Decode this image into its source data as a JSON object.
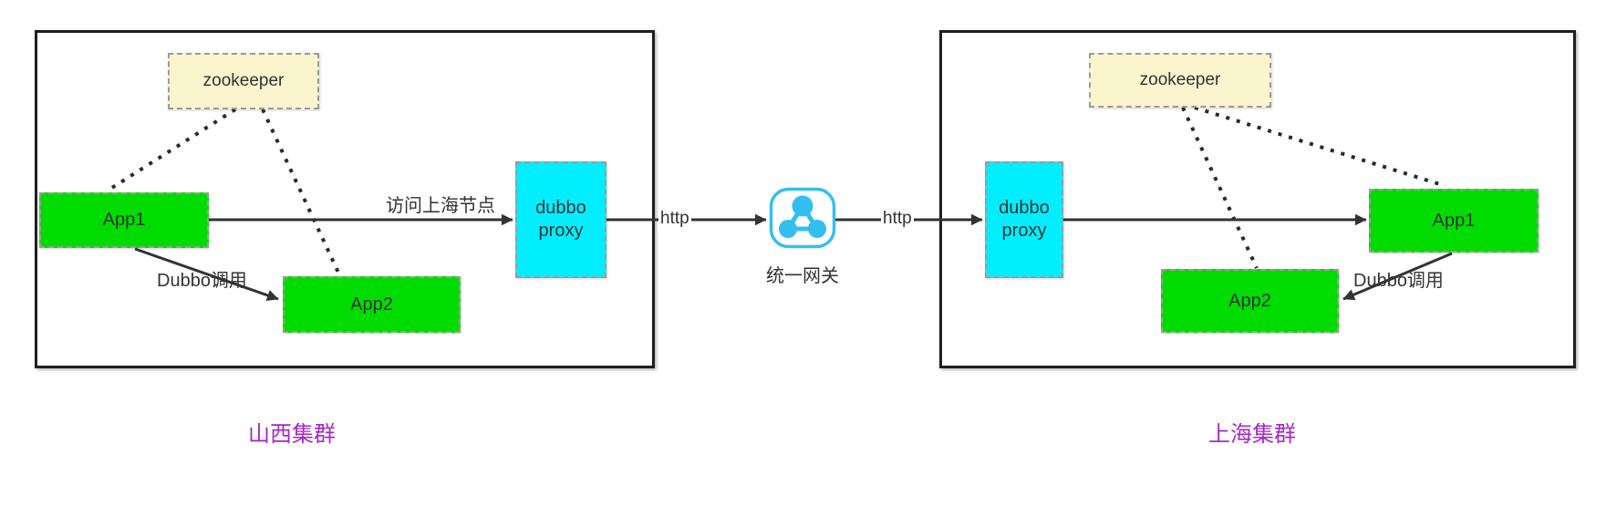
{
  "diagram": {
    "clusters": [
      {
        "label": "山西集群",
        "nodes": {
          "zookeeper": "zookeeper",
          "app1": "App1",
          "app2": "App2",
          "proxy": "dubbo proxy"
        },
        "edge_labels": {
          "visit_remote": "访问上海节点",
          "dubbo_call": "Dubbo调用"
        }
      },
      {
        "label": "上海集群",
        "nodes": {
          "zookeeper": "zookeeper",
          "app1": "App1",
          "app2": "App2",
          "proxy": "dubbo proxy"
        },
        "edge_labels": {
          "dubbo_call": "Dubbo调用"
        }
      }
    ],
    "gateway": {
      "label": "统一网关",
      "icon": "network-nodes-icon"
    },
    "http_labels": {
      "left": "http",
      "right": "http"
    },
    "colors": {
      "node_green": "#00dc00",
      "node_cyan": "#00eeff",
      "node_yellow": "#fbf5cd",
      "cluster_label": "#a428c8",
      "gateway_blue": "#33bef2",
      "line": "#333333"
    }
  }
}
